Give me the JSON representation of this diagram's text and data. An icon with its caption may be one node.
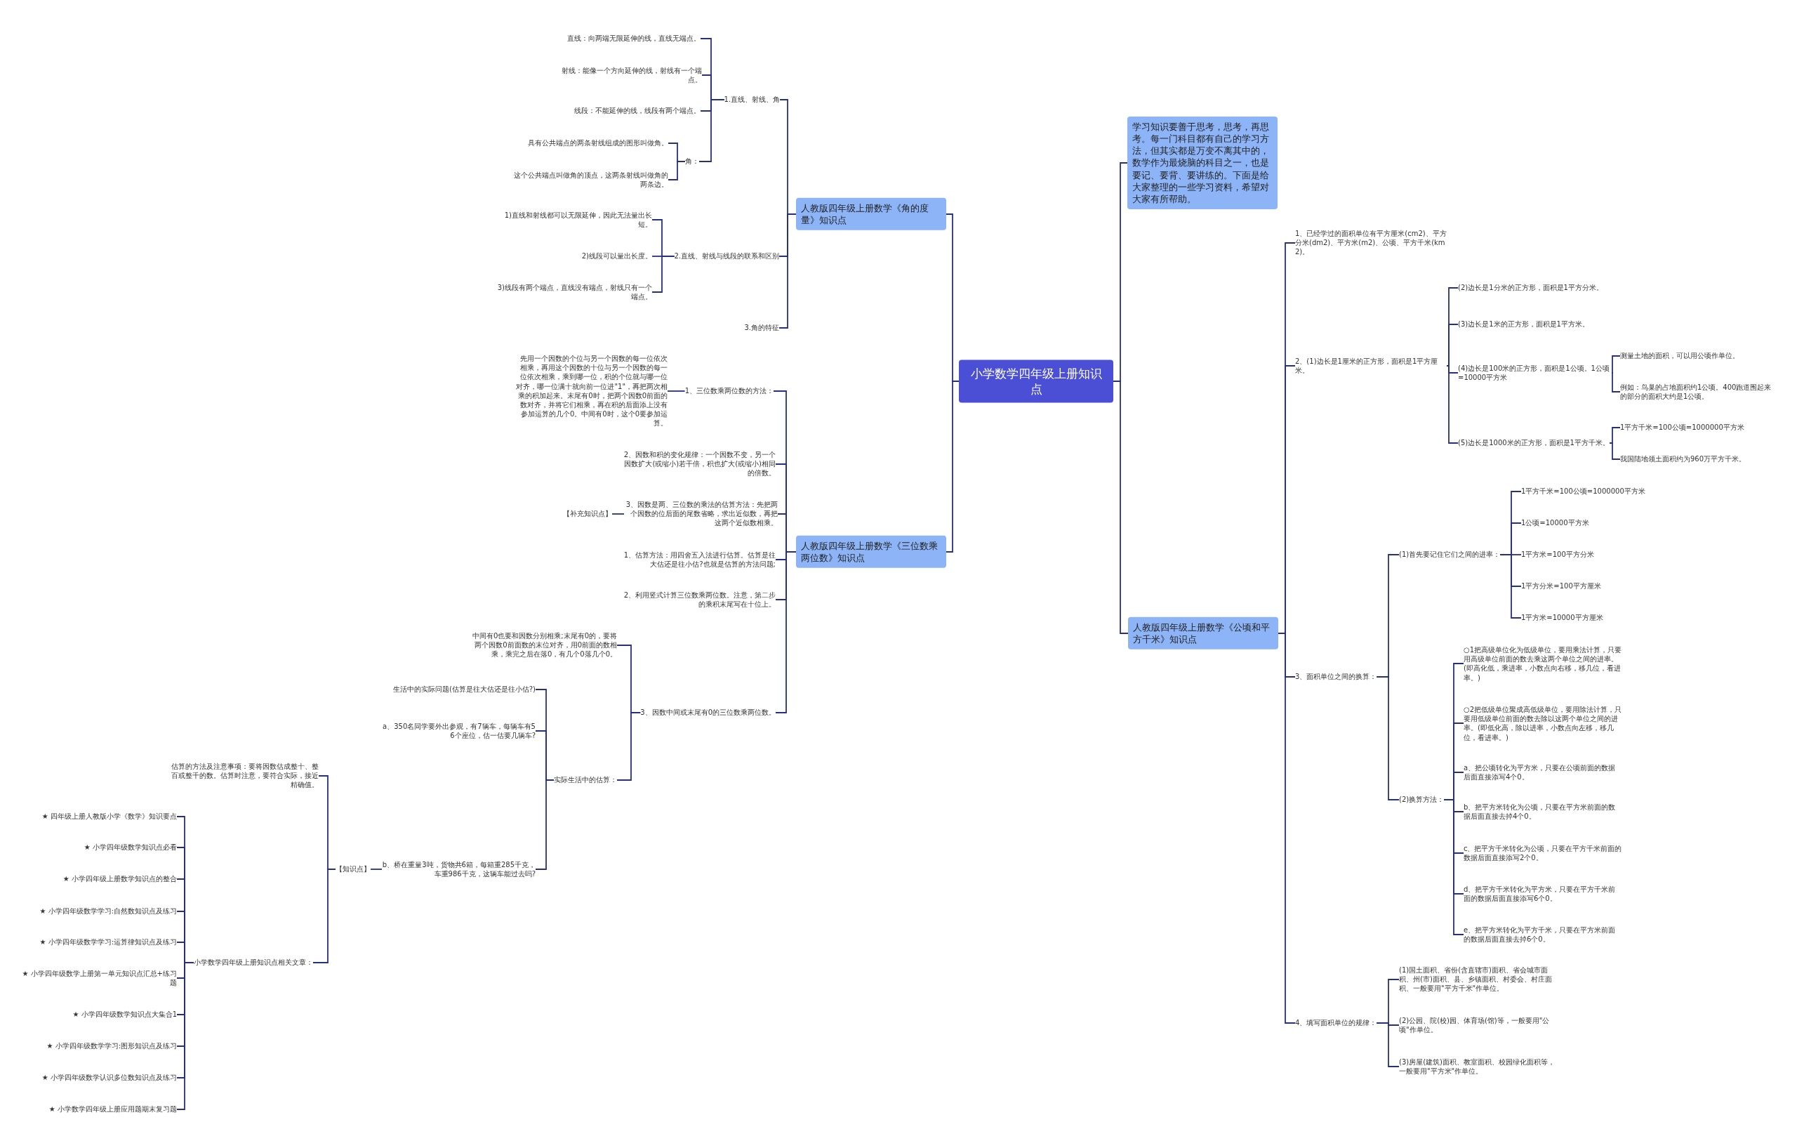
{
  "diagram": {
    "nodes": [
      {
        "text": [
          "小学数学四年级上册知识点"
        ]
      },
      {
        "text": [
          "人教版四年级上册数学《角的度量》知识点"
        ]
      },
      {
        "text": [
          "1.直线、射线、角"
        ]
      },
      {
        "text": [
          "直线：向两端无限延伸的线，直线无端点。"
        ]
      },
      {
        "text": [
          "射线：能像一个方向延伸的线，射线有一个端点。"
        ]
      },
      {
        "text": [
          "线段：不能延伸的线，线段有两个端点。"
        ]
      },
      {
        "text": [
          "角："
        ]
      },
      {
        "text": [
          "具有公共端点的两条射线组成的图形叫做角。"
        ]
      },
      {
        "text": [
          "这个公共端点叫做角的顶点，这两条射线叫做角的两条边。"
        ]
      },
      {
        "text": [
          "2.直线、射线与线段的联系和区别"
        ]
      },
      {
        "text": [
          "1)直线和射线都可以无限延伸，因此无法量出长短。"
        ]
      },
      {
        "text": [
          "2)线段可以量出长度。"
        ]
      },
      {
        "text": [
          "3)线段有两个端点，直线没有端点，射线只有一个端点。"
        ]
      },
      {
        "text": [
          "3.角的特征"
        ]
      },
      {
        "text": [
          "人教版四年级上册数学《三位数乘两位数》知识点"
        ]
      },
      {
        "text": [
          "1、三位数乘两位数的方法："
        ]
      },
      {
        "text": [
          "先用一个因数的个位与另一个因数的每一位依次相乘，再用这个因数的十位与另一个因数的每一位依次相乘，乘到哪一位，积的个位就与哪一位对齐，哪一位满十就向前一位进\"1\"，再把两次相乘的积加起来。末尾有0时，把两个因数0前面的数对齐，并将它们相乘，再在积的后面添上没有参加运算的几个0。中间有0时，这个0要参加运算。"
        ]
      },
      {
        "text": [
          "2、因数和积的变化规律：一个因数不变，另一个因数扩大(或缩小)若干倍，积也扩大(或缩小)相同的倍数。"
        ]
      },
      {
        "text": [
          "3、因数是两、三位数的乘法的估算方法：先把两个因数的位后面的尾数省略，求出近似数，再把这两个近似数相乘。"
        ]
      },
      {
        "text": [
          "【补充知识点】"
        ]
      },
      {
        "text": [
          "1、估算方法：用四舍五入法进行估算。估算是往大估还是往小估?也就是估算的方法问题;"
        ]
      },
      {
        "text": [
          "2、利用竖式计算三位数乘两位数。注意，第二步的乘积末尾写在十位上。"
        ]
      },
      {
        "text": [
          "3、因数中间或末尾有0的三位数乘两位数。"
        ]
      },
      {
        "text": [
          "中间有0也要和因数分别相乘;末尾有0的，要将两个因数0前面数的末位对齐，用0前面的数相乘，乘完之后在落0，有几个0落几个0。"
        ]
      },
      {
        "text": [
          "实际生活中的估算："
        ]
      },
      {
        "text": [
          "生活中的实际问题(估算是往大估还是往小估?)"
        ]
      },
      {
        "text": [
          "a、350名同学要外出参观，有7辆车，每辆车有56个座位，估一估要几辆车?"
        ]
      },
      {
        "text": [
          "b、桥在重量3吨，货物共6箱，每箱重285千克，车重986千克，这辆车能过去吗?"
        ]
      },
      {
        "text": [
          "【知识点】"
        ]
      },
      {
        "text": [
          "估算的方法及注意事项：要将因数估成整十、整百或整千的数。估算时注意，要符合实际，接近精确值。"
        ]
      },
      {
        "text": [
          "小学数学四年级上册知识点相关文章："
        ]
      },
      {
        "text": [
          "★ 四年级上册人教版小学《数学》知识要点"
        ]
      },
      {
        "text": [
          "★ 小学四年级数学知识点必看"
        ]
      },
      {
        "text": [
          "★ 小学四年级上册数学知识点的整合"
        ]
      },
      {
        "text": [
          "★ 小学四年级数学学习:自然数知识点及练习"
        ]
      },
      {
        "text": [
          "★ 小学四年级数学学习:运算律知识点及练习"
        ]
      },
      {
        "text": [
          "★ 小学四年级数学上册第一单元知识点汇总+练习题"
        ]
      },
      {
        "text": [
          "★ 小学四年级数学知识点大集合1"
        ]
      },
      {
        "text": [
          "★ 小学四年级数学学习:图形知识点及练习"
        ]
      },
      {
        "text": [
          "★ 小学四年级数学认识多位数知识点及练习"
        ]
      },
      {
        "text": [
          "★ 小学数学四年级上册应用题期末复习题"
        ]
      },
      {
        "text": [
          "学习知识要善于思考，思考，再思考。每一门科目都有自己的学习方法，但其实都是万变不离其中的，数学作为最烧脑的科目之一，也是要记、要背、要讲练的。下面是给大家整理的一些学习资料，希望对大家有所帮助。"
        ]
      },
      {
        "text": [
          "人教版四年级上册数学《公顷和平方千米》知识点"
        ]
      },
      {
        "text": [
          "1、已经学过的面积单位有平方厘米(cm2)、平方分米(dm2)、平方米(m2)、公顷、平方千米(km2)。"
        ]
      },
      {
        "text": [
          "2、(1)边长是1厘米的正方形，面积是1平方厘米。"
        ]
      },
      {
        "text": [
          "(2)边长是1分米的正方形，面积是1平方分米。"
        ]
      },
      {
        "text": [
          "(3)边长是1米的正方形，面积是1平方米。"
        ]
      },
      {
        "text": [
          "(4)边长是100米的正方形，面积是1公顷。1公顷=10000平方米"
        ]
      },
      {
        "text": [
          "测量土地的面积，可以用公顷作单位。"
        ]
      },
      {
        "text": [
          "例如：鸟巢的占地面积约1公顷。400跑道围起来的部分的面积大约是1公顷。"
        ]
      },
      {
        "text": [
          "(5)边长是1000米的正方形，面积是1平方千米。"
        ]
      },
      {
        "text": [
          "1平方千米=100公顷=1000000平方米"
        ]
      },
      {
        "text": [
          "我国陆地领土面积约为960万平方千米。"
        ]
      },
      {
        "text": [
          "3、面积单位之间的换算："
        ]
      },
      {
        "text": [
          "(1)首先要记住它们之间的进率："
        ]
      },
      {
        "text": [
          "1平方千米=100公顷=1000000平方米"
        ]
      },
      {
        "text": [
          "1公顷=10000平方米"
        ]
      },
      {
        "text": [
          "1平方米=100平方分米"
        ]
      },
      {
        "text": [
          "1平方分米=100平方厘米"
        ]
      },
      {
        "text": [
          "1平方米=10000平方厘米"
        ]
      },
      {
        "text": [
          "(2)换算方法："
        ]
      },
      {
        "text": [
          "○1把高级单位化为低级单位，要用乘法计算，只要用高级单位前面的数去乘这两个单位之间的进率。(即高化低，乘进率，小数点向右移，移几位，看进率。)"
        ]
      },
      {
        "text": [
          "○2把低级单位聚成高低级单位，要用除法计算，只要用低级单位前面的数去除以这两个单位之间的进率。(即低化高，除以进率，小数点向左移，移几位，看进率。)"
        ]
      },
      {
        "text": [
          "a、把公顷转化为平方米，只要在公顷前面的数据后面直接添写4个0。"
        ]
      },
      {
        "text": [
          "b、把平方米转化为公顷，只要在平方米前面的数据后面直接去掉4个0。"
        ]
      },
      {
        "text": [
          "c、把平方千米转化为公顷，只要在平方千米前面的数据后面直接添写2个0。"
        ]
      },
      {
        "text": [
          "d、把平方千米转化为平方米，只要在平方千米前面的数据后面直接添写6个0。"
        ]
      },
      {
        "text": [
          "e、把平方米转化为平方千米，只要在平方米前面的数据后面直接去掉6个0。"
        ]
      },
      {
        "text": [
          "4、填写面积单位的规律："
        ]
      },
      {
        "text": [
          "(1)国土面积、省份(含直辖市)面积、省会城市面积、州(市)面积、县、乡镇面积、村委会、村庄面积、一般要用\"平方千米\"作单位。"
        ]
      },
      {
        "text": [
          "(2)公园、院(校)园、体育场(馆)等，一般要用\"公顷\"作单位。"
        ]
      },
      {
        "text": [
          "(3)房屋(建筑)面积、教室面积、校园绿化面积等，一般要用\"平方米\"作单位。"
        ]
      }
    ],
    "edges": [
      {
        "from": 0,
        "to": 1,
        "arrow": "none"
      },
      {
        "from": 1,
        "to": 2,
        "arrow": "none"
      },
      {
        "from": 2,
        "to": 3,
        "arrow": "none"
      },
      {
        "from": 2,
        "to": 4,
        "arrow": "none"
      },
      {
        "from": 2,
        "to": 5,
        "arrow": "none"
      },
      {
        "from": 2,
        "to": 6,
        "arrow": "none"
      },
      {
        "from": 6,
        "to": 7,
        "arrow": "none"
      },
      {
        "from": 6,
        "to": 8,
        "arrow": "none"
      },
      {
        "from": 1,
        "to": 9,
        "arrow": "none"
      },
      {
        "from": 9,
        "to": 10,
        "arrow": "none"
      },
      {
        "from": 9,
        "to": 11,
        "arrow": "none"
      },
      {
        "from": 9,
        "to": 12,
        "arrow": "none"
      },
      {
        "from": 1,
        "to": 13,
        "arrow": "none"
      },
      {
        "from": 0,
        "to": 14,
        "arrow": "none"
      },
      {
        "from": 14,
        "to": 15,
        "arrow": "none"
      },
      {
        "from": 15,
        "to": 16,
        "arrow": "none"
      },
      {
        "from": 14,
        "to": 17,
        "arrow": "none"
      },
      {
        "from": 14,
        "to": 18,
        "arrow": "none"
      },
      {
        "from": 18,
        "to": 19,
        "arrow": "none"
      },
      {
        "from": 14,
        "to": 20,
        "arrow": "none"
      },
      {
        "from": 14,
        "to": 21,
        "arrow": "none"
      },
      {
        "from": 14,
        "to": 22,
        "arrow": "none"
      },
      {
        "from": 22,
        "to": 23,
        "arrow": "none"
      },
      {
        "from": 22,
        "to": 24,
        "arrow": "none"
      },
      {
        "from": 24,
        "to": 25,
        "arrow": "none"
      },
      {
        "from": 24,
        "to": 26,
        "arrow": "none"
      },
      {
        "from": 24,
        "to": 27,
        "arrow": "none"
      },
      {
        "from": 27,
        "to": 28,
        "arrow": "none"
      },
      {
        "from": 28,
        "to": 29,
        "arrow": "none"
      },
      {
        "from": 28,
        "to": 30,
        "arrow": "none"
      },
      {
        "from": 30,
        "to": 31,
        "arrow": "none"
      },
      {
        "from": 30,
        "to": 32,
        "arrow": "none"
      },
      {
        "from": 30,
        "to": 33,
        "arrow": "none"
      },
      {
        "from": 30,
        "to": 34,
        "arrow": "none"
      },
      {
        "from": 30,
        "to": 35,
        "arrow": "none"
      },
      {
        "from": 30,
        "to": 36,
        "arrow": "none"
      },
      {
        "from": 30,
        "to": 37,
        "arrow": "none"
      },
      {
        "from": 30,
        "to": 38,
        "arrow": "none"
      },
      {
        "from": 30,
        "to": 39,
        "arrow": "none"
      },
      {
        "from": 30,
        "to": 40,
        "arrow": "none"
      },
      {
        "from": 0,
        "to": 41,
        "arrow": "none"
      },
      {
        "from": 0,
        "to": 42,
        "arrow": "none"
      },
      {
        "from": 42,
        "to": 43,
        "arrow": "none"
      },
      {
        "from": 42,
        "to": 44,
        "arrow": "none"
      },
      {
        "from": 44,
        "to": 45,
        "arrow": "none"
      },
      {
        "from": 44,
        "to": 46,
        "arrow": "none"
      },
      {
        "from": 44,
        "to": 47,
        "arrow": "none"
      },
      {
        "from": 47,
        "to": 48,
        "arrow": "none"
      },
      {
        "from": 47,
        "to": 49,
        "arrow": "none"
      },
      {
        "from": 44,
        "to": 50,
        "arrow": "none"
      },
      {
        "from": 50,
        "to": 51,
        "arrow": "none"
      },
      {
        "from": 50,
        "to": 52,
        "arrow": "none"
      },
      {
        "from": 42,
        "to": 53,
        "arrow": "none"
      },
      {
        "from": 53,
        "to": 54,
        "arrow": "none"
      },
      {
        "from": 54,
        "to": 55,
        "arrow": "none"
      },
      {
        "from": 54,
        "to": 56,
        "arrow": "none"
      },
      {
        "from": 54,
        "to": 57,
        "arrow": "none"
      },
      {
        "from": 54,
        "to": 58,
        "arrow": "none"
      },
      {
        "from": 54,
        "to": 59,
        "arrow": "none"
      },
      {
        "from": 53,
        "to": 60,
        "arrow": "none"
      },
      {
        "from": 60,
        "to": 61,
        "arrow": "none"
      },
      {
        "from": 60,
        "to": 62,
        "arrow": "none"
      },
      {
        "from": 60,
        "to": 63,
        "arrow": "none"
      },
      {
        "from": 60,
        "to": 64,
        "arrow": "none"
      },
      {
        "from": 60,
        "to": 65,
        "arrow": "none"
      },
      {
        "from": 60,
        "to": 66,
        "arrow": "none"
      },
      {
        "from": 60,
        "to": 67,
        "arrow": "none"
      },
      {
        "from": 42,
        "to": 68,
        "arrow": "none"
      },
      {
        "from": 68,
        "to": 69,
        "arrow": "none"
      },
      {
        "from": 68,
        "to": 70,
        "arrow": "none"
      },
      {
        "from": 68,
        "to": 71,
        "arrow": "none"
      }
    ]
  }
}
